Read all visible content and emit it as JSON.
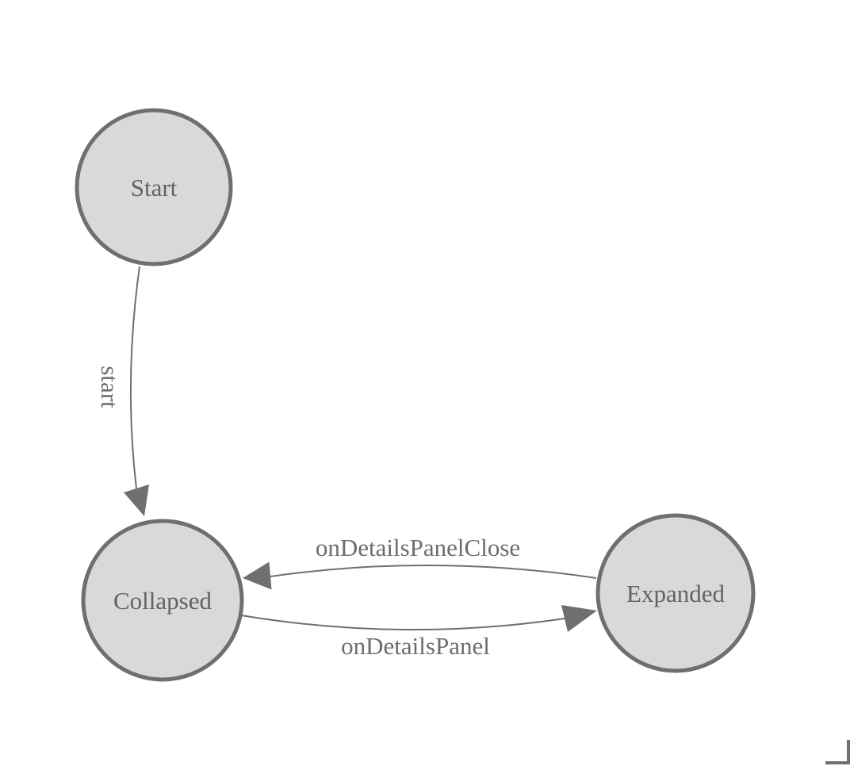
{
  "diagram": {
    "nodes": [
      {
        "label": "Start"
      },
      {
        "label": "Collapsed"
      },
      {
        "label": "Expanded"
      }
    ],
    "edges": [
      {
        "from": "Start",
        "to": "Collapsed",
        "label": "start"
      },
      {
        "from": "Expanded",
        "to": "Collapsed",
        "label": "onDetailsPanelClose"
      },
      {
        "from": "Collapsed",
        "to": "Expanded",
        "label": "onDetailsPanel"
      }
    ],
    "colors": {
      "background": "#ffffff",
      "node_fill": "#d9d9d9",
      "node_stroke": "#6f6f6f",
      "node_text": "#5f6367",
      "edge_stroke": "#6f6f6f",
      "arrowhead_fill": "#6f6f6f",
      "edge_text": "#6d6d6d",
      "corner_mark": "#6f6f6f"
    },
    "icons": {
      "arrowhead": "filled-triangle",
      "corner": "frame-corner-bracket"
    }
  }
}
